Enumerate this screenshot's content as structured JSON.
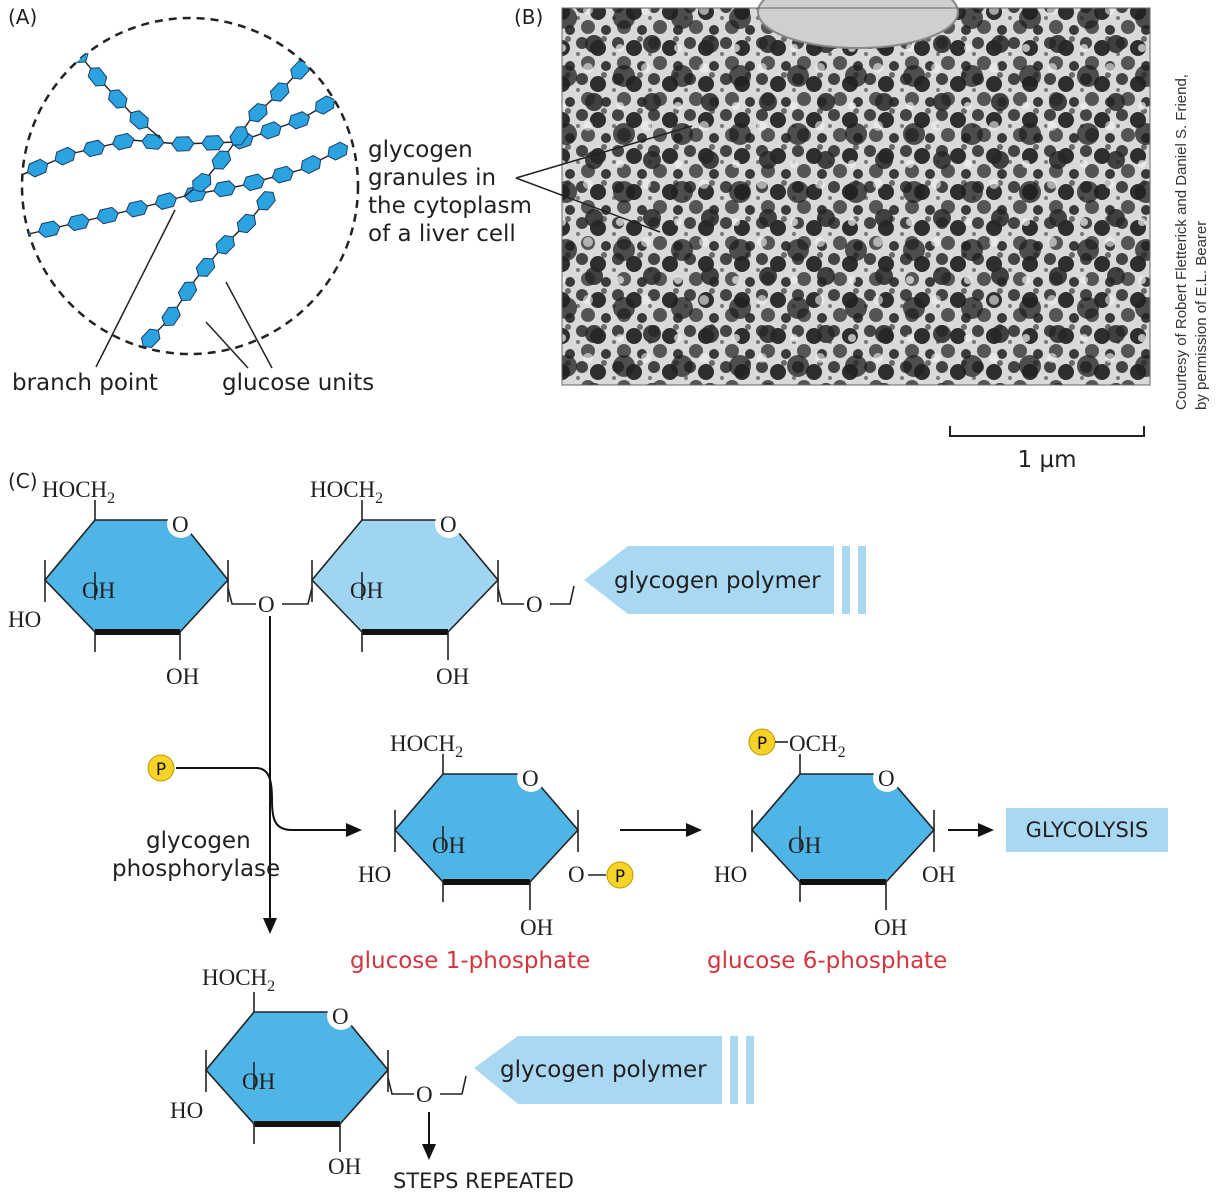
{
  "panels": {
    "a": "(A)",
    "b": "(B)",
    "c": "(C)"
  },
  "panel_a": {
    "branch_point": "branch point",
    "glucose_units": "glucose units"
  },
  "panel_b": {
    "caption": [
      "glycogen",
      "granules in",
      "the cytoplasm",
      "of a liver cell"
    ],
    "scale_bar": "1 µm",
    "credit": [
      "Courtesy of Robert Fletterick and Daniel S. Friend,",
      "by permission of E.L. Bearer"
    ]
  },
  "panel_c": {
    "hoch2": "HOCH",
    "sub2": "2",
    "och2": "OCH",
    "ring_o": "O",
    "oh": "OH",
    "ho": "HO",
    "bridge_o": "O",
    "p": "P",
    "polymer": "glycogen polymer",
    "enzyme": [
      "glycogen",
      "phosphorylase"
    ],
    "g1p": "glucose 1-phosphate",
    "g6p": "glucose 6-phosphate",
    "glycolysis": "GLYCOLYSIS",
    "steps": "STEPS REPEATED"
  },
  "colors": {
    "ring_fill": "#4fb4e6",
    "ring_fill_light": "#9fd5f2",
    "banner": "#a8d8f2",
    "phosphate": "#f6d326",
    "label_red": "#d3353f"
  }
}
